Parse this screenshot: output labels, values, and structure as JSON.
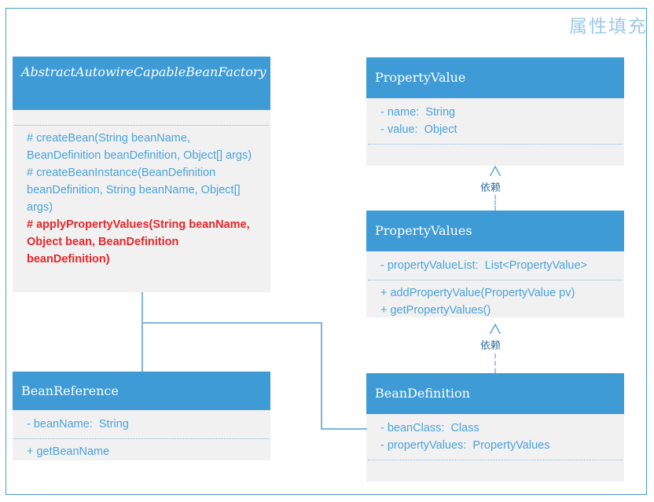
{
  "diagram": {
    "title": "属性填充",
    "accent_color": "#3e9bd5",
    "body_color": "#f1f1f1",
    "member_color": "#4aa3dd",
    "highlight_color": "#e8262a",
    "frame_color": "#4a9bd1",
    "title_color": "#9dc9e8"
  },
  "classes": {
    "abstract_factory": {
      "name": "AbstractAutowireCapableBeanFactory",
      "stereotype": "abstract",
      "attributes": [],
      "methods": [
        {
          "text": "# createBean(String beanName, BeanDefinition beanDefinition, Object[] args)",
          "highlight": false
        },
        {
          "text": "# createBeanInstance(BeanDefinition beanDefinition, String beanName, Object[] args)",
          "highlight": false
        },
        {
          "text": "# applyPropertyValues(String beanName, Object bean, BeanDefinition beanDefinition)",
          "highlight": true
        }
      ]
    },
    "bean_reference": {
      "name": "BeanReference",
      "attributes": [
        {
          "text": "- beanName:  String",
          "highlight": false
        }
      ],
      "methods": [
        {
          "text": "+ getBeanName",
          "highlight": false
        }
      ]
    },
    "property_value": {
      "name": "PropertyValue",
      "attributes": [
        {
          "text": "- name:  String",
          "highlight": false
        },
        {
          "text": "- value:  Object",
          "highlight": false
        }
      ],
      "methods": []
    },
    "property_values": {
      "name": "PropertyValues",
      "attributes": [
        {
          "text": "- propertyValueList:  List<PropertyValue>",
          "highlight": false
        }
      ],
      "methods": [
        {
          "text": "+ addPropertyValue(PropertyValue pv)",
          "highlight": false
        },
        {
          "text": "+ getPropertyValues()",
          "highlight": false
        }
      ]
    },
    "bean_definition": {
      "name": "BeanDefinition",
      "attributes": [
        {
          "text": "- beanClass:  Class",
          "highlight": false
        },
        {
          "text": "- propertyValues:  PropertyValues",
          "highlight": false
        }
      ],
      "methods": []
    }
  },
  "relations": {
    "dependency_pv": {
      "label": "依赖"
    },
    "dependency_bd": {
      "label": "依赖"
    }
  }
}
